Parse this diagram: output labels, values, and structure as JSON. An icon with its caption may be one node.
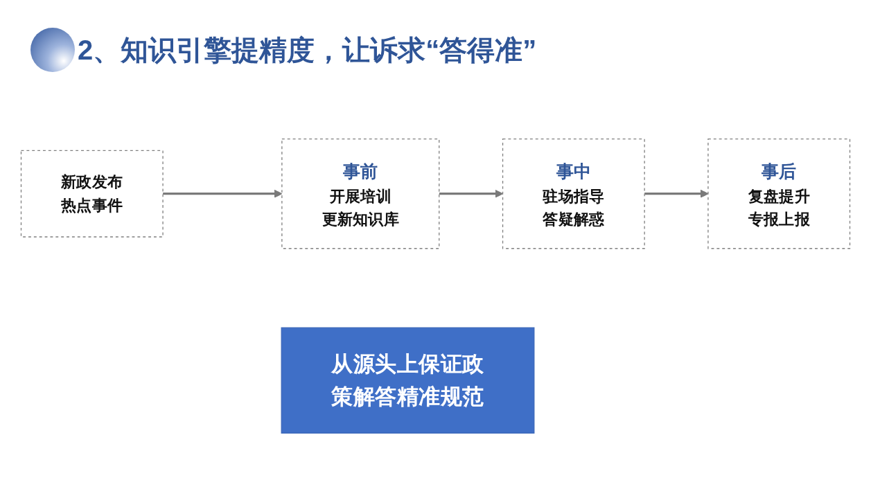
{
  "diagram": {
    "title": "2、知识引擎提精度，让诉求“答得准”",
    "nodes": [
      {
        "text": [
          "新政发布",
          "热点事件"
        ]
      },
      {
        "text": [
          "事前",
          "开展培训",
          "更新知识库"
        ]
      },
      {
        "text": [
          "事中",
          "驻场指导",
          "答疑解惑"
        ]
      },
      {
        "text": [
          "事后",
          "复盘提升",
          "专报上报"
        ]
      },
      {
        "text": [
          "从源头上保证政策解答精准规范"
        ]
      }
    ],
    "edges": [
      {
        "from": 0,
        "to": 1,
        "arrow": "to"
      },
      {
        "from": 1,
        "to": 2,
        "arrow": "to"
      },
      {
        "from": 2,
        "to": 3,
        "arrow": "to"
      }
    ]
  }
}
